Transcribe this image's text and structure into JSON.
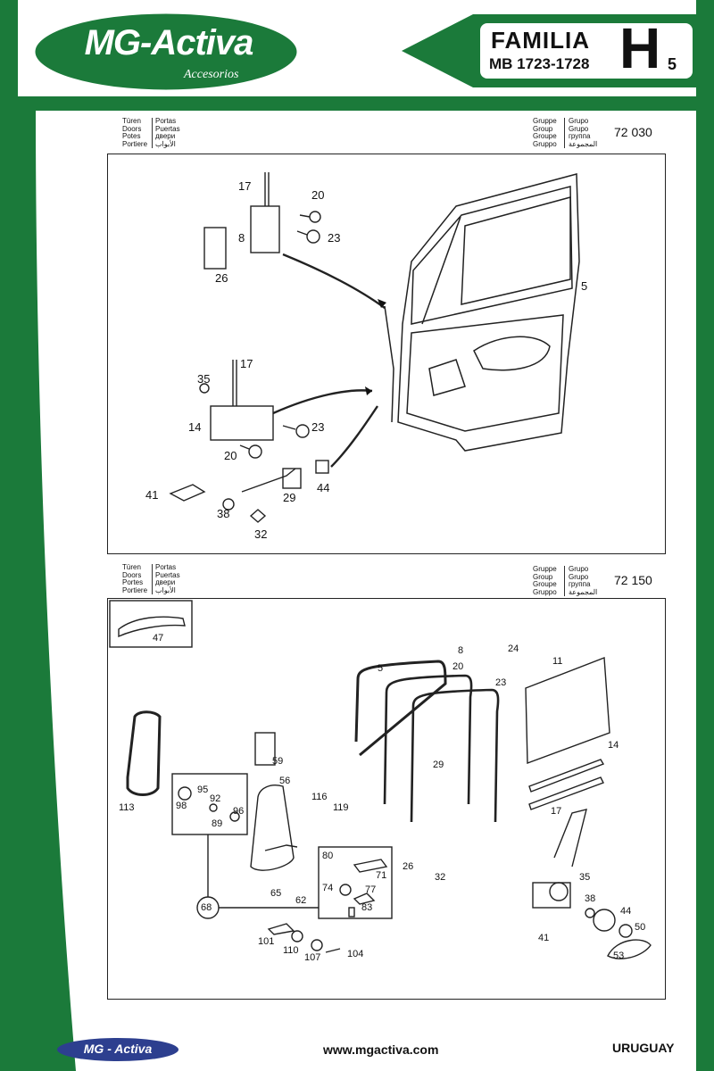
{
  "header": {
    "brand": "MG-Activa",
    "brand_sub": "Accesorios",
    "familia_label": "FAMILIA",
    "model_range": "MB 1723-1728",
    "family_letter": "H",
    "family_number": "5"
  },
  "sections": [
    {
      "lang_left": [
        "Türen",
        "Doors",
        "Potes",
        "Portiere"
      ],
      "lang_right": [
        "Portas",
        "Puertas",
        "двери",
        "الأبواب"
      ],
      "group_left": [
        "Gruppe",
        "Group",
        "Groupe",
        "Gruppo"
      ],
      "group_right": [
        "Grupo",
        "Grupo",
        "группа",
        "المجموعة"
      ],
      "code": "72 030",
      "callouts": [
        "17",
        "20",
        "8",
        "23",
        "26",
        "5",
        "35",
        "17",
        "14",
        "23",
        "20",
        "41",
        "38",
        "29",
        "44",
        "32"
      ]
    },
    {
      "lang_left": [
        "Türen",
        "Doors",
        "Portes",
        "Portiere"
      ],
      "lang_right": [
        "Portas",
        "Puertas",
        "двери",
        "الأبواب"
      ],
      "group_left": [
        "Gruppe",
        "Group",
        "Groupe",
        "Gruppo"
      ],
      "group_right": [
        "Grupo",
        "Grupo",
        "группа",
        "المجموعة"
      ],
      "code": "72 150",
      "callouts": [
        "47",
        "5",
        "20",
        "8",
        "24",
        "23",
        "11",
        "29",
        "14",
        "113",
        "59",
        "56",
        "95",
        "92",
        "98",
        "96",
        "89",
        "116",
        "119",
        "17",
        "26",
        "32",
        "80",
        "71",
        "74",
        "77",
        "35",
        "65",
        "62",
        "83",
        "68",
        "38",
        "44",
        "50",
        "41",
        "101",
        "110",
        "107",
        "104",
        "53"
      ]
    }
  ],
  "footer": {
    "brand": "MG - Activa",
    "url": "www.mgactiva.com",
    "country": "URUGUAY"
  }
}
